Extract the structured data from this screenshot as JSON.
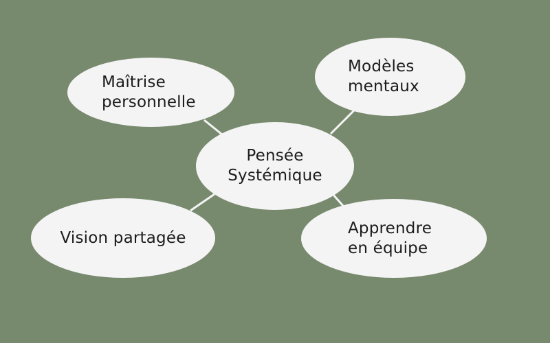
{
  "colors": {
    "background": "#788a6e",
    "node_fill": "#f4f4f4",
    "connector": "#f4f4f4",
    "text": "#1c1c1c"
  },
  "center": {
    "line1": "Pensée",
    "line2": "Systémique"
  },
  "nodes": {
    "top_left": {
      "line1": "Maîtrise",
      "line2": "personnelle"
    },
    "top_right": {
      "line1": "Modèles",
      "line2": "mentaux"
    },
    "bottom_left": {
      "line1": "Vision partagée"
    },
    "bottom_right": {
      "line1": "Apprendre",
      "line2": "en équipe"
    }
  }
}
